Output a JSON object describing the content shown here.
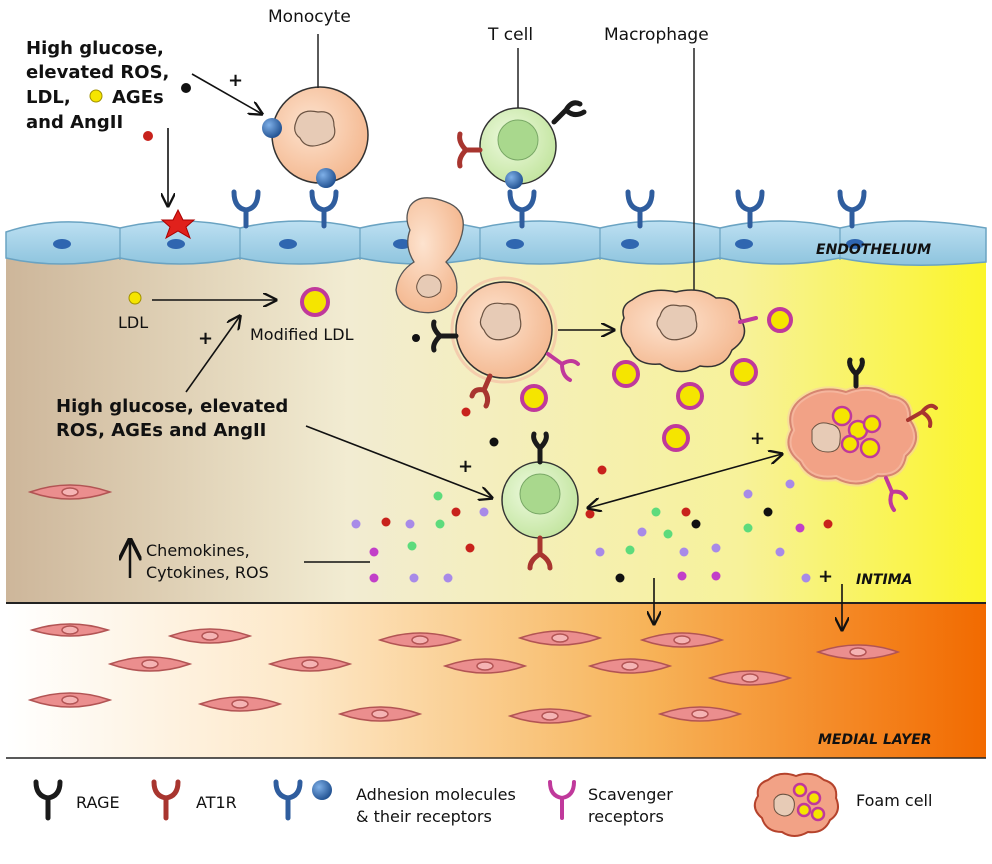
{
  "cells": {
    "monocyte": "Monocyte",
    "t_cell": "T cell",
    "macrophage": "Macrophage"
  },
  "stimuli_top": {
    "line1": "High glucose,",
    "line2": "elevated ROS,",
    "line3": "LDL,",
    "line3b": "AGEs",
    "line4": "and AngII"
  },
  "stimuli_mid": {
    "line1": "High glucose, elevated",
    "line2": "ROS, AGEs and AngII"
  },
  "ldl": "LDL",
  "modified_ldl": "Modified LDL",
  "chemokines": {
    "line1": "Chemokines,",
    "line2": "Cytokines, ROS"
  },
  "signs": {
    "plus": "+",
    "up_arrow": "↑"
  },
  "layers": {
    "endothelium": "ENDOTHELIUM",
    "intima": "INTIMA",
    "medial": "MEDIAL LAYER"
  },
  "legend": {
    "rage": "RAGE",
    "at1r": "AT1R",
    "adhesion_line1": "Adhesion molecules",
    "adhesion_line2": "& their receptors",
    "scavenger_line1": "Scavenger",
    "scavenger_line2": "receptors",
    "foam_cell": "Foam cell"
  },
  "colors": {
    "rage": "#1a1a1a",
    "at1r": "#a8352f",
    "adhesion": "#2f5d9e",
    "scavenger": "#c0399b",
    "ldl_yellow": "#f5e500",
    "monocyte": "#f7c8a6",
    "t_cell": "#d6f0b8"
  }
}
